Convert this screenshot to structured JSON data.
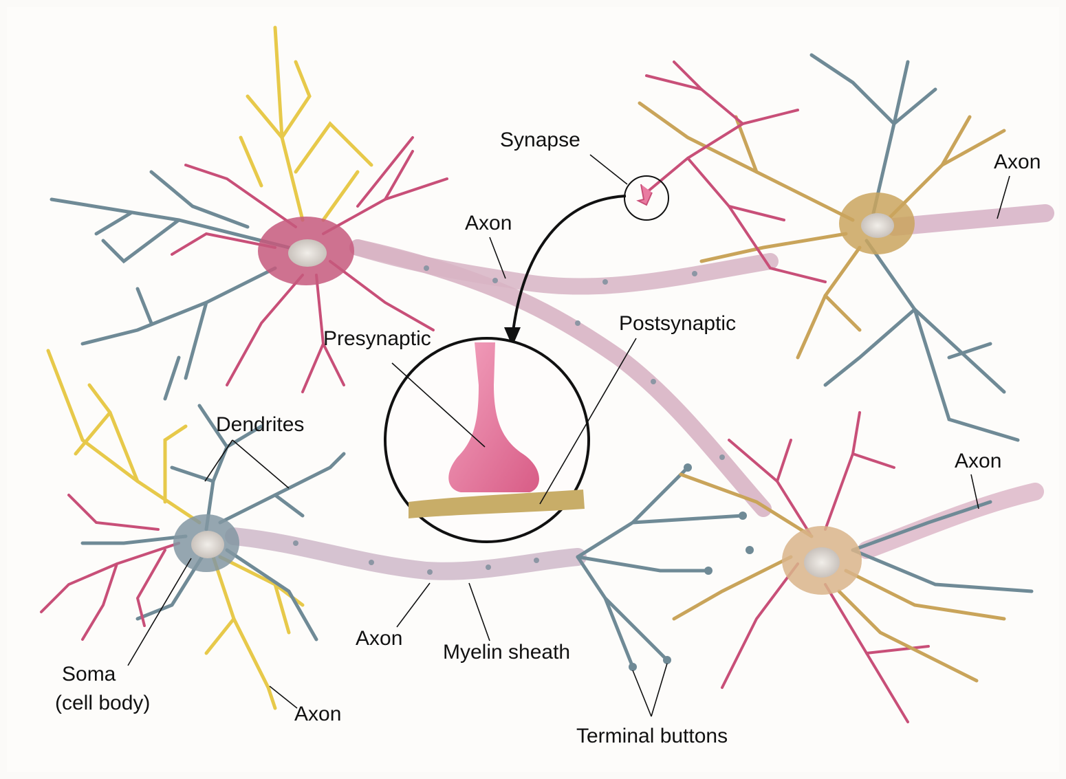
{
  "labels": {
    "synapse": "Synapse",
    "axon_top_center": "Axon",
    "axon_top_right": "Axon",
    "presynaptic": "Presynaptic",
    "postsynaptic": "Postsynaptic",
    "dendrites": "Dendrites",
    "axon_right_mid": "Axon",
    "soma_line1": "Soma",
    "soma_line2": "(cell body)",
    "axon_bottom_center": "Axon",
    "myelin_sheath": "Myelin sheath",
    "axon_bottom_left": "Axon",
    "terminal_buttons": "Terminal buttons"
  },
  "colors": {
    "background": "#fbfaf8",
    "pink_neuron": "#c84f78",
    "gray_blue_neuron": "#6f8a96",
    "yellow_neuron": "#e7c94a",
    "tan_neuron": "#c9a45a",
    "myelin": "#d8b4c4",
    "presynaptic_bulb": "#e8789c",
    "postsynaptic_membrane": "#c8ad68",
    "leader_line": "#111111"
  }
}
